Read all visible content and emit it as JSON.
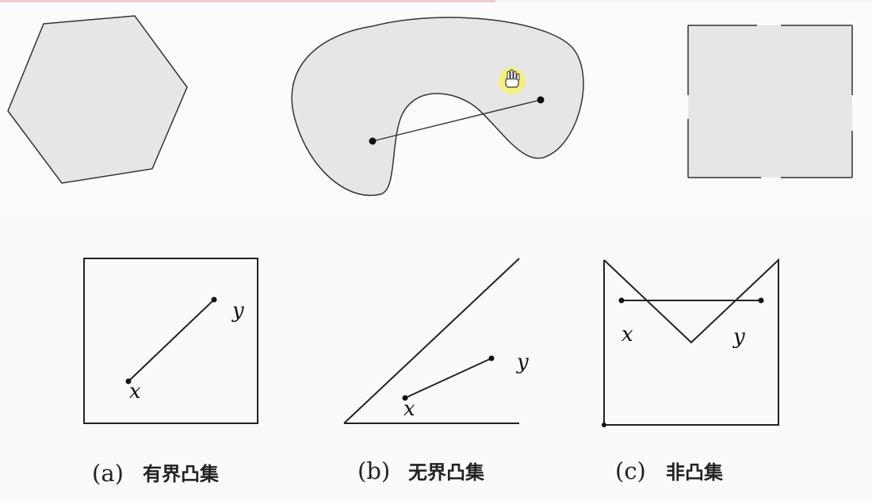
{
  "top_row": {
    "shapes": [
      {
        "name": "hexagon"
      },
      {
        "name": "kidney-shape"
      },
      {
        "name": "square-with-gaps"
      }
    ],
    "fill_color": "#e6e6e6",
    "stroke_color": "#333333",
    "cursor_icon": "hand-pointer-icon",
    "cursor_highlight_color": "#f4f07a"
  },
  "bottom_row": {
    "panels": [
      {
        "point_x_label": "x",
        "point_y_label": "y",
        "caption_tag": "(a)",
        "caption_text": "有界凸集"
      },
      {
        "point_x_label": "x",
        "point_y_label": "y",
        "caption_tag": "(b)",
        "caption_text": "无界凸集"
      },
      {
        "point_x_label": "x",
        "point_y_label": "y",
        "caption_tag": "(c)",
        "caption_text": "非凸集"
      }
    ]
  }
}
